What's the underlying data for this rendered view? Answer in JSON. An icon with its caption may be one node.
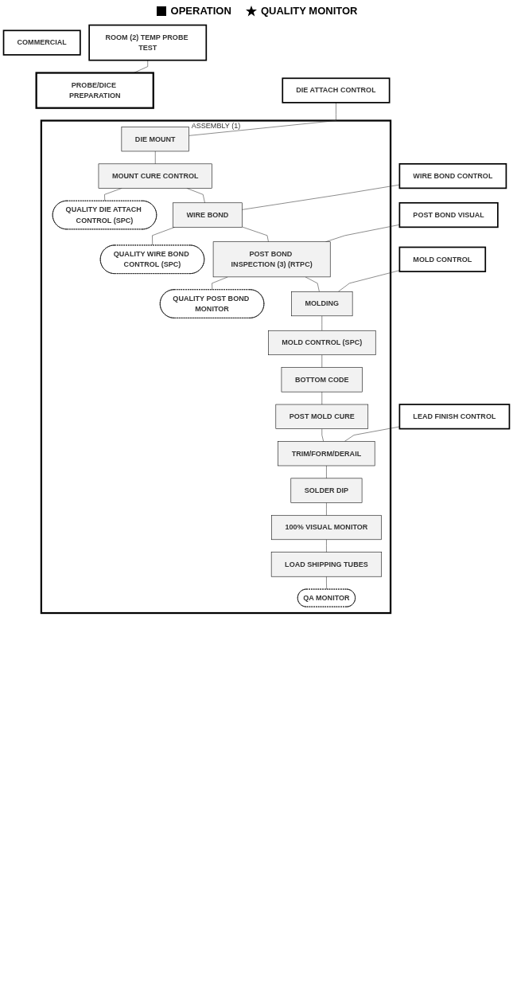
{
  "diagram": {
    "nodes": [
      {
        "text": [
          "COMMERCIAL"
        ]
      },
      {
        "text": [
          "PROBE/DICE PREPARATION"
        ]
      },
      {
        "text": [
          "ROOM (2) TEMP PROBE TEST"
        ]
      },
      {
        "text": [
          "ASSEMBLY (1)"
        ]
      },
      {
        "text": [
          "DIE MOUNT"
        ],
        "in": 3
      },
      {
        "text": [
          "MOUNT CURE CONTROL"
        ],
        "in": 3
      },
      {
        "text": [
          "QUALITY DIE ATTACH CONTROL (SPC)"
        ],
        "in": 3
      },
      {
        "text": [
          "WIRE BOND"
        ],
        "in": 3
      },
      {
        "text": [
          "QUALITY WIRE BOND CONTROL (SPC)"
        ],
        "in": 3
      },
      {
        "text": [
          "POST BOND INSPECTION (3) (RTPC)"
        ],
        "in": 3
      },
      {
        "text": [
          "QUALITY POST BOND MONITOR"
        ],
        "in": 3
      },
      {
        "text": [
          "MOLDING"
        ],
        "in": 3
      },
      {
        "text": [
          "MOLD CONTROL (SPC)"
        ],
        "in": 3
      },
      {
        "text": [
          "BOTTOM CODE"
        ],
        "in": 3
      },
      {
        "text": [
          "POST MOLD CURE"
        ],
        "in": 3
      },
      {
        "text": [
          "TRIM/FORM/DERAIL"
        ],
        "in": 3
      },
      {
        "text": [
          "SOLDER DIP"
        ],
        "in": 3
      },
      {
        "text": [
          "100% VISUAL MONITOR"
        ],
        "in": 3
      },
      {
        "text": [
          "LOAD SHIPPING TUBES"
        ],
        "in": 3
      },
      {
        "text": [
          "QA MONITOR"
        ],
        "in": 3
      },
      {
        "text": [
          "DIE ATTACH CONTROL"
        ]
      },
      {
        "text": [
          "WIRE BOND CONTROL"
        ]
      },
      {
        "text": [
          "POST BOND VISUAL"
        ]
      },
      {
        "text": [
          "MOLD CONTROL"
        ]
      },
      {
        "text": [
          "LEAD FINISH CONTROL"
        ]
      }
    ],
    "edges": [
      {
        "from": 2,
        "to": 1,
        "arrow": "none"
      },
      {
        "from": 20,
        "to": 4,
        "arrow": "none"
      },
      {
        "from": 4,
        "to": 5,
        "arrow": "none"
      },
      {
        "from": 5,
        "to": 6,
        "arrow": "none"
      },
      {
        "from": 5,
        "to": 7,
        "arrow": "none"
      },
      {
        "from": 21,
        "to": 7,
        "arrow": "none"
      },
      {
        "from": 7,
        "to": 8,
        "arrow": "none"
      },
      {
        "from": 7,
        "to": 9,
        "arrow": "none"
      },
      {
        "from": 22,
        "to": 9,
        "arrow": "none"
      },
      {
        "from": 9,
        "to": 10,
        "arrow": "none"
      },
      {
        "from": 9,
        "to": 11,
        "arrow": "none"
      },
      {
        "from": 23,
        "to": 11,
        "arrow": "none"
      },
      {
        "from": 11,
        "to": 12,
        "arrow": "none"
      },
      {
        "from": 12,
        "to": 13,
        "arrow": "none"
      },
      {
        "from": 13,
        "to": 14,
        "arrow": "none"
      },
      {
        "from": 14,
        "to": 15,
        "arrow": "none"
      },
      {
        "from": 24,
        "to": 15,
        "arrow": "none"
      },
      {
        "from": 15,
        "to": 16,
        "arrow": "none"
      },
      {
        "from": 16,
        "to": 17,
        "arrow": "none"
      },
      {
        "from": 17,
        "to": 18,
        "arrow": "none"
      },
      {
        "from": 18,
        "to": 19,
        "arrow": "none"
      }
    ],
    "legend": [
      {
        "text": "OPERATION"
      },
      {
        "text": "QUALITY MONITOR"
      }
    ]
  }
}
